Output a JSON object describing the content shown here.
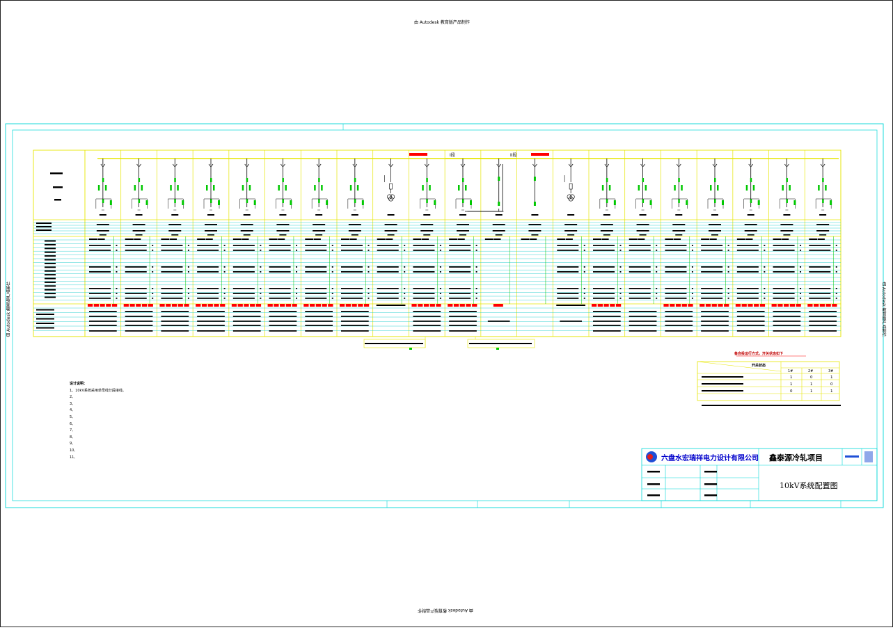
{
  "watermark": {
    "top": "由 Autodesk 教育版产品制作",
    "bottom": "由 Autodesk 教育版产品制作",
    "left": "由 Autodesk 教育版产品制作",
    "right": "由 Autodesk 教育版产品制作"
  },
  "colors": {
    "frame": "#00d7d7",
    "grid_yellow": "#e6e600",
    "row_cyan": "#00c8c8",
    "symbol_green": "#00c800",
    "alarm_red": "#ff0000",
    "ink": "#000000"
  },
  "bus_labels": [
    "I段",
    "II段"
  ],
  "notes_title": "设计说明：",
  "notes": [
    "1、10kV系统采用单母线分段接线。",
    "2、",
    "3、",
    "4、",
    "5、",
    "6、",
    "7、",
    "8、",
    "9、",
    "10、",
    "11、"
  ],
  "interlock_table": {
    "title": "备自投运行方式，开关状态如下",
    "col_header": "开关状态",
    "columns": [
      "1#",
      "2#",
      "3#"
    ],
    "rows": [
      {
        "values": [
          "1",
          "0",
          "1"
        ]
      },
      {
        "values": [
          "1",
          "1",
          "0"
        ]
      },
      {
        "values": [
          "0",
          "1",
          "1"
        ]
      }
    ]
  },
  "title_block": {
    "company": "六盘水宏瑞祥电力设计有限公司",
    "project": "鑫泰源冷轧项目",
    "drawing_title": "10kV系统配置图"
  },
  "icons": {
    "logo": "company-logo-icon",
    "transformer": "transformer-symbol-icon",
    "breaker": "breaker-symbol-icon"
  }
}
